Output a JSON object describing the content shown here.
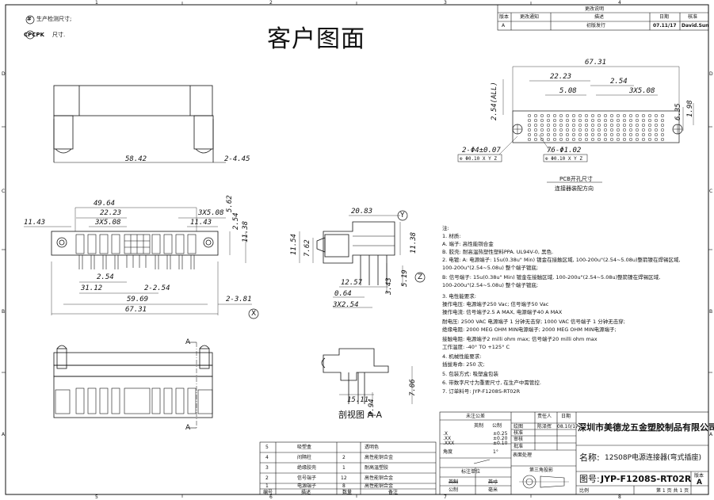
{
  "header": {
    "title": "客户图面",
    "legend": [
      {
        "symbol": "#",
        "text": "生产检测尺寸;"
      },
      {
        "symbol": "CPCPK",
        "text": "尺寸."
      }
    ],
    "frame_letters": [
      "A",
      "B",
      "C",
      "D",
      "1",
      "2",
      "3",
      "4",
      "5",
      "6",
      "7",
      "8"
    ]
  },
  "revision_table": {
    "header": "更改说明",
    "columns": [
      "版本",
      "更改通知",
      "描述",
      "日期",
      "核准"
    ],
    "row": [
      "A",
      "",
      "初版发行",
      "07.11/17",
      "David.Sun"
    ]
  },
  "dimensions": {
    "top_left": [
      "58.42",
      "2-4.45"
    ],
    "front": [
      "49.64",
      "22.23",
      "3X5.08",
      "11.43",
      "11.43",
      "3X5.08",
      "2.54",
      "2-2.54",
      "31.12",
      "59.69",
      "2-3.81",
      "67.31",
      "11.38",
      "5.62",
      "2.54"
    ],
    "side": [
      "20.83",
      "11.54",
      "7.62",
      "11.38",
      "12.57",
      "3.43",
      "5.19",
      "0.64",
      "3X2.54"
    ],
    "section": [
      "15.11",
      "3.94",
      "7.06"
    ],
    "pcb": [
      "67.31",
      "22.23",
      "2.54",
      "5.08",
      "3X5.08",
      "2.54(ALL)",
      "6.35",
      "1.98",
      "2-Φ4±0.07",
      "76-Φ1.02"
    ],
    "datums": [
      "X",
      "Y",
      "Z"
    ],
    "tolerance_frames": [
      "⊕ Φ0.10 X Y Z",
      "⊕ Φ0.10 X Y Z"
    ],
    "section_marks": [
      "A",
      "A"
    ]
  },
  "pcb_caption": {
    "line1": "PCB开孔尺寸",
    "line2": "连接器装配方向"
  },
  "section_caption": "剖视图 A-A",
  "notes": [
    "注:",
    "1. 材质:",
    "  A. 端子: 高性能铜合金",
    "  B. 胶壳: 耐高温热塑性塑料PPA. UL94V-0, 黑色.",
    "2. 电镀: A: 电源端子: 15u(0.38u\" Min) 镀金在接触区域, 100-200u\"(2.54~5.08u)整箭镍在焊锡区域,",
    "     100-200u\"(2.54~5.08u) 整个端子镀底;",
    "  B: 信号端子: 15u(0.38u\" Min) 镀金在接触区域, 100-200u\"(2.54~5.08u)整箭镍在焊锡区域,",
    "     100-200u\"(2.54~5.08u) 整个端子镀底;",
    "3. 电性能要求:",
    "  操作电压: 电源端子250 Vac; 信号端子50 Vac",
    "  操作电流: 信号端子2.5 A MAX, 电源端子40 A MAX",
    "  耐电压: 2500 VAC 电源端子 1 分钟无击穿; 1000 VAC 信号端子 1 分钟无击穿;",
    "  绝缘电阻: 2000 MEG OHM MIN电源端子; 2000 MEG OHM MIN电源端子;",
    "  接触电阻: 电源端子2 milli ohm max; 信号端子20 milli ohm max",
    "  工作温度: -40° TO +125° C",
    "4. 机械性能要求:",
    "  插拔寿命: 250 次;",
    "5. 包装方式: 吸塑盒包装",
    "6. 带数字尺寸为重要尺寸, 在生产中需管控.",
    "7. 订单料号: JYP-F1208S-RT02R"
  ],
  "bom": {
    "rows": [
      {
        "no": "5",
        "name": "吸塑盒",
        "qty": "",
        "material": "透明色"
      },
      {
        "no": "4",
        "name": "间隔柱",
        "qty": "2",
        "material": "高性能铜合金"
      },
      {
        "no": "3",
        "name": "绝缘胶壳",
        "qty": "1",
        "material": "耐高温塑胶"
      },
      {
        "no": "2",
        "name": "信号端子",
        "qty": "12",
        "material": "高性能铜合金"
      },
      {
        "no": "1",
        "name": "电源端子",
        "qty": "8",
        "material": "高性能铜合金"
      }
    ],
    "header": {
      "no": "编号",
      "name": "描述",
      "qty": "数量",
      "material": "备注"
    }
  },
  "title_block": {
    "tolerance_title": "未注公差",
    "unit_labels": [
      "英制",
      "公制"
    ],
    "tolerances": [
      ".X",
      "±0.25",
      ".XX",
      "±0.20",
      ".XXX",
      "±0.10"
    ],
    "angle_label": "角度",
    "angle_value": "1°",
    "surface_label": "表面处理",
    "unit_title": "标注单位",
    "unit_struck": [
      "英制",
      "英寸"
    ],
    "unit_opts": [
      "公制",
      "毫米"
    ],
    "projection": "第三角投影",
    "roles": [
      "责任人",
      "日期",
      "绘图",
      "核准",
      "审核",
      "批准"
    ],
    "drafter": "陈泽挥",
    "date": "08.10/17",
    "company": "深圳市美德龙五金塑胶制品有限公司",
    "name_label": "名称:",
    "name_value": "12S08P电源连接器(弯式插座)",
    "part_label": "图号:",
    "part_value": "JYP-F1208S-RT02R",
    "version_label": "版本",
    "version_value": "A",
    "scale_label": "比例",
    "sheet_label": "第 1 页 共 1 页"
  }
}
